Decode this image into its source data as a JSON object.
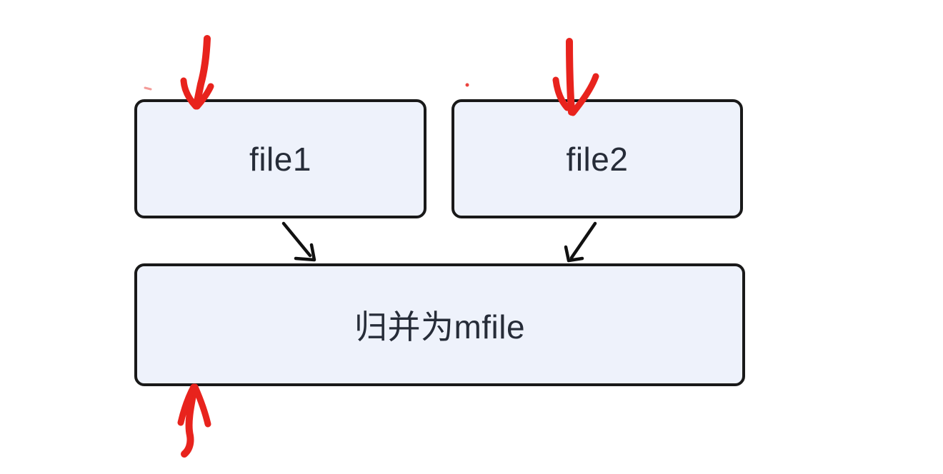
{
  "diagram": {
    "title": "merge-files-flow",
    "nodes": [
      {
        "id": "file1",
        "label": "file1"
      },
      {
        "id": "file2",
        "label": "file2"
      },
      {
        "id": "merge",
        "label": "归并为mfile"
      }
    ],
    "edges": [
      {
        "from": "file1",
        "to": "merge",
        "style": "black-arrow"
      },
      {
        "from": "file2",
        "to": "merge",
        "style": "black-arrow"
      }
    ],
    "annotations": [
      {
        "id": "red-arrow-into-file1",
        "type": "hand-drawn-arrow",
        "direction": "down",
        "target": "file1-top-edge"
      },
      {
        "id": "red-arrow-into-file2",
        "type": "hand-drawn-arrow",
        "direction": "down",
        "target": "file2-top-edge"
      },
      {
        "id": "red-arrow-into-merge",
        "type": "hand-drawn-arrow",
        "direction": "up",
        "target": "merge-bottom-edge"
      },
      {
        "id": "red-stray-dash",
        "type": "stray-mark"
      },
      {
        "id": "red-stray-dot",
        "type": "stray-mark"
      }
    ],
    "colors": {
      "background": "#ffffff",
      "node_fill": "#eef2fb",
      "node_border": "#191919",
      "node_text": "#262c38",
      "edge_black": "#111111",
      "annotation_red": "#e8231d"
    }
  }
}
